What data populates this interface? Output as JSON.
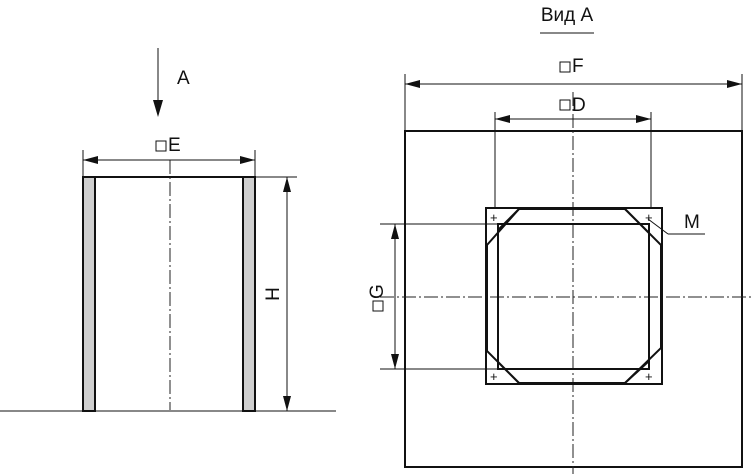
{
  "labels": {
    "view_title": "Вид А",
    "view_arrow": "А",
    "dim_e": "E",
    "dim_h": "H",
    "dim_f": "F",
    "dim_d": "D",
    "dim_g": "G",
    "dim_m": "M",
    "square_symbol": "□"
  },
  "colors": {
    "line": "#111111",
    "wall_fill": "#cfcfcf",
    "background": "#ffffff"
  }
}
